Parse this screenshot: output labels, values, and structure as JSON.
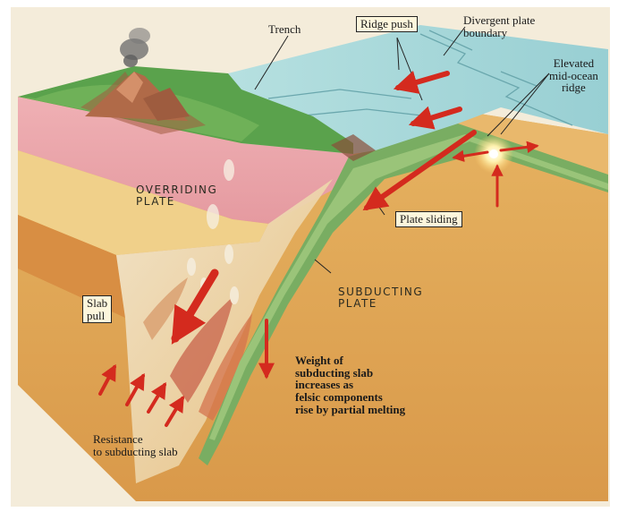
{
  "labels": {
    "trench": "Trench",
    "ridge_push": "Ridge push",
    "divergent_line1": "Divergent plate",
    "divergent_line2": "boundary",
    "elevated_line1": "Elevated",
    "elevated_line2": "mid-ocean",
    "elevated_line3": "ridge",
    "overriding_line1": "OVERRIDING",
    "overriding_line2": "PLATE",
    "plate_sliding": "Plate sliding",
    "slab_pull_line1": "Slab",
    "slab_pull_line2": "pull",
    "subducting_line1": "SUBDUCTING",
    "subducting_line2": "PLATE",
    "weight_line1": "Weight of",
    "weight_line2": "subducting slab",
    "weight_line3": "increases as",
    "weight_line4": "felsic components",
    "weight_line5": "rise by partial melting",
    "resistance_line1": "Resistance",
    "resistance_line2": "to subducting slab"
  },
  "colors": {
    "force_arrow": "#d42a1e",
    "mantle": "#e2aa55",
    "continental_crust": "#e9a0a6",
    "ocean": "#a9d9dc",
    "slab": "#6fa560",
    "vegetation": "#4e9a45"
  }
}
